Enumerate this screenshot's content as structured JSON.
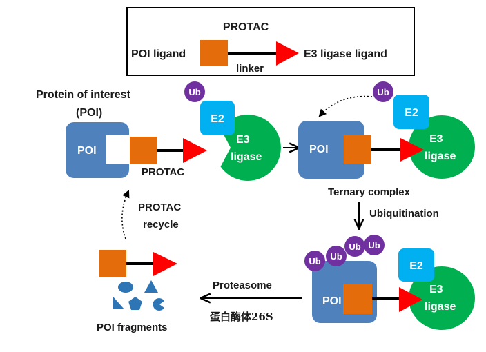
{
  "legend": {
    "title": "PROTAC",
    "poi_ligand": "POI ligand",
    "linker": "linker",
    "e3_ligand": "E3 ligase ligand"
  },
  "stage1": {
    "poi_title_line1": "Protein of interest",
    "poi_title_line2": "(POI)",
    "poi": "POI",
    "e2": "E2",
    "ub": "Ub",
    "e3_line1": "E3",
    "e3_line2": "ligase",
    "protac": "PROTAC"
  },
  "stage2": {
    "poi": "POI",
    "e2": "E2",
    "ub": "Ub",
    "e3_line1": "E3",
    "e3_line2": "ligase",
    "caption": "Ternary complex"
  },
  "step_ubiquitination": "Ubiquitination",
  "stage3": {
    "poi": "POI",
    "e2": "E2",
    "ub_chain": [
      "Ub",
      "Ub",
      "Ub",
      "Ub"
    ],
    "e3_line1": "E3",
    "e3_line2": "ligase"
  },
  "proteasome": {
    "label": "Proteasome",
    "label_cn": "蛋白酶体26S"
  },
  "recycle": {
    "line1": "PROTAC",
    "line2": "recycle"
  },
  "fragments": {
    "caption": "POI fragments"
  },
  "colors": {
    "poi": "#4f81bd",
    "poi_ligand": "#e46c0a",
    "e3_ligand": "#ff0000",
    "e3_ligase": "#00b050",
    "e2": "#00b0f0",
    "ub": "#7030a0",
    "fragment": "#2e75b6"
  }
}
